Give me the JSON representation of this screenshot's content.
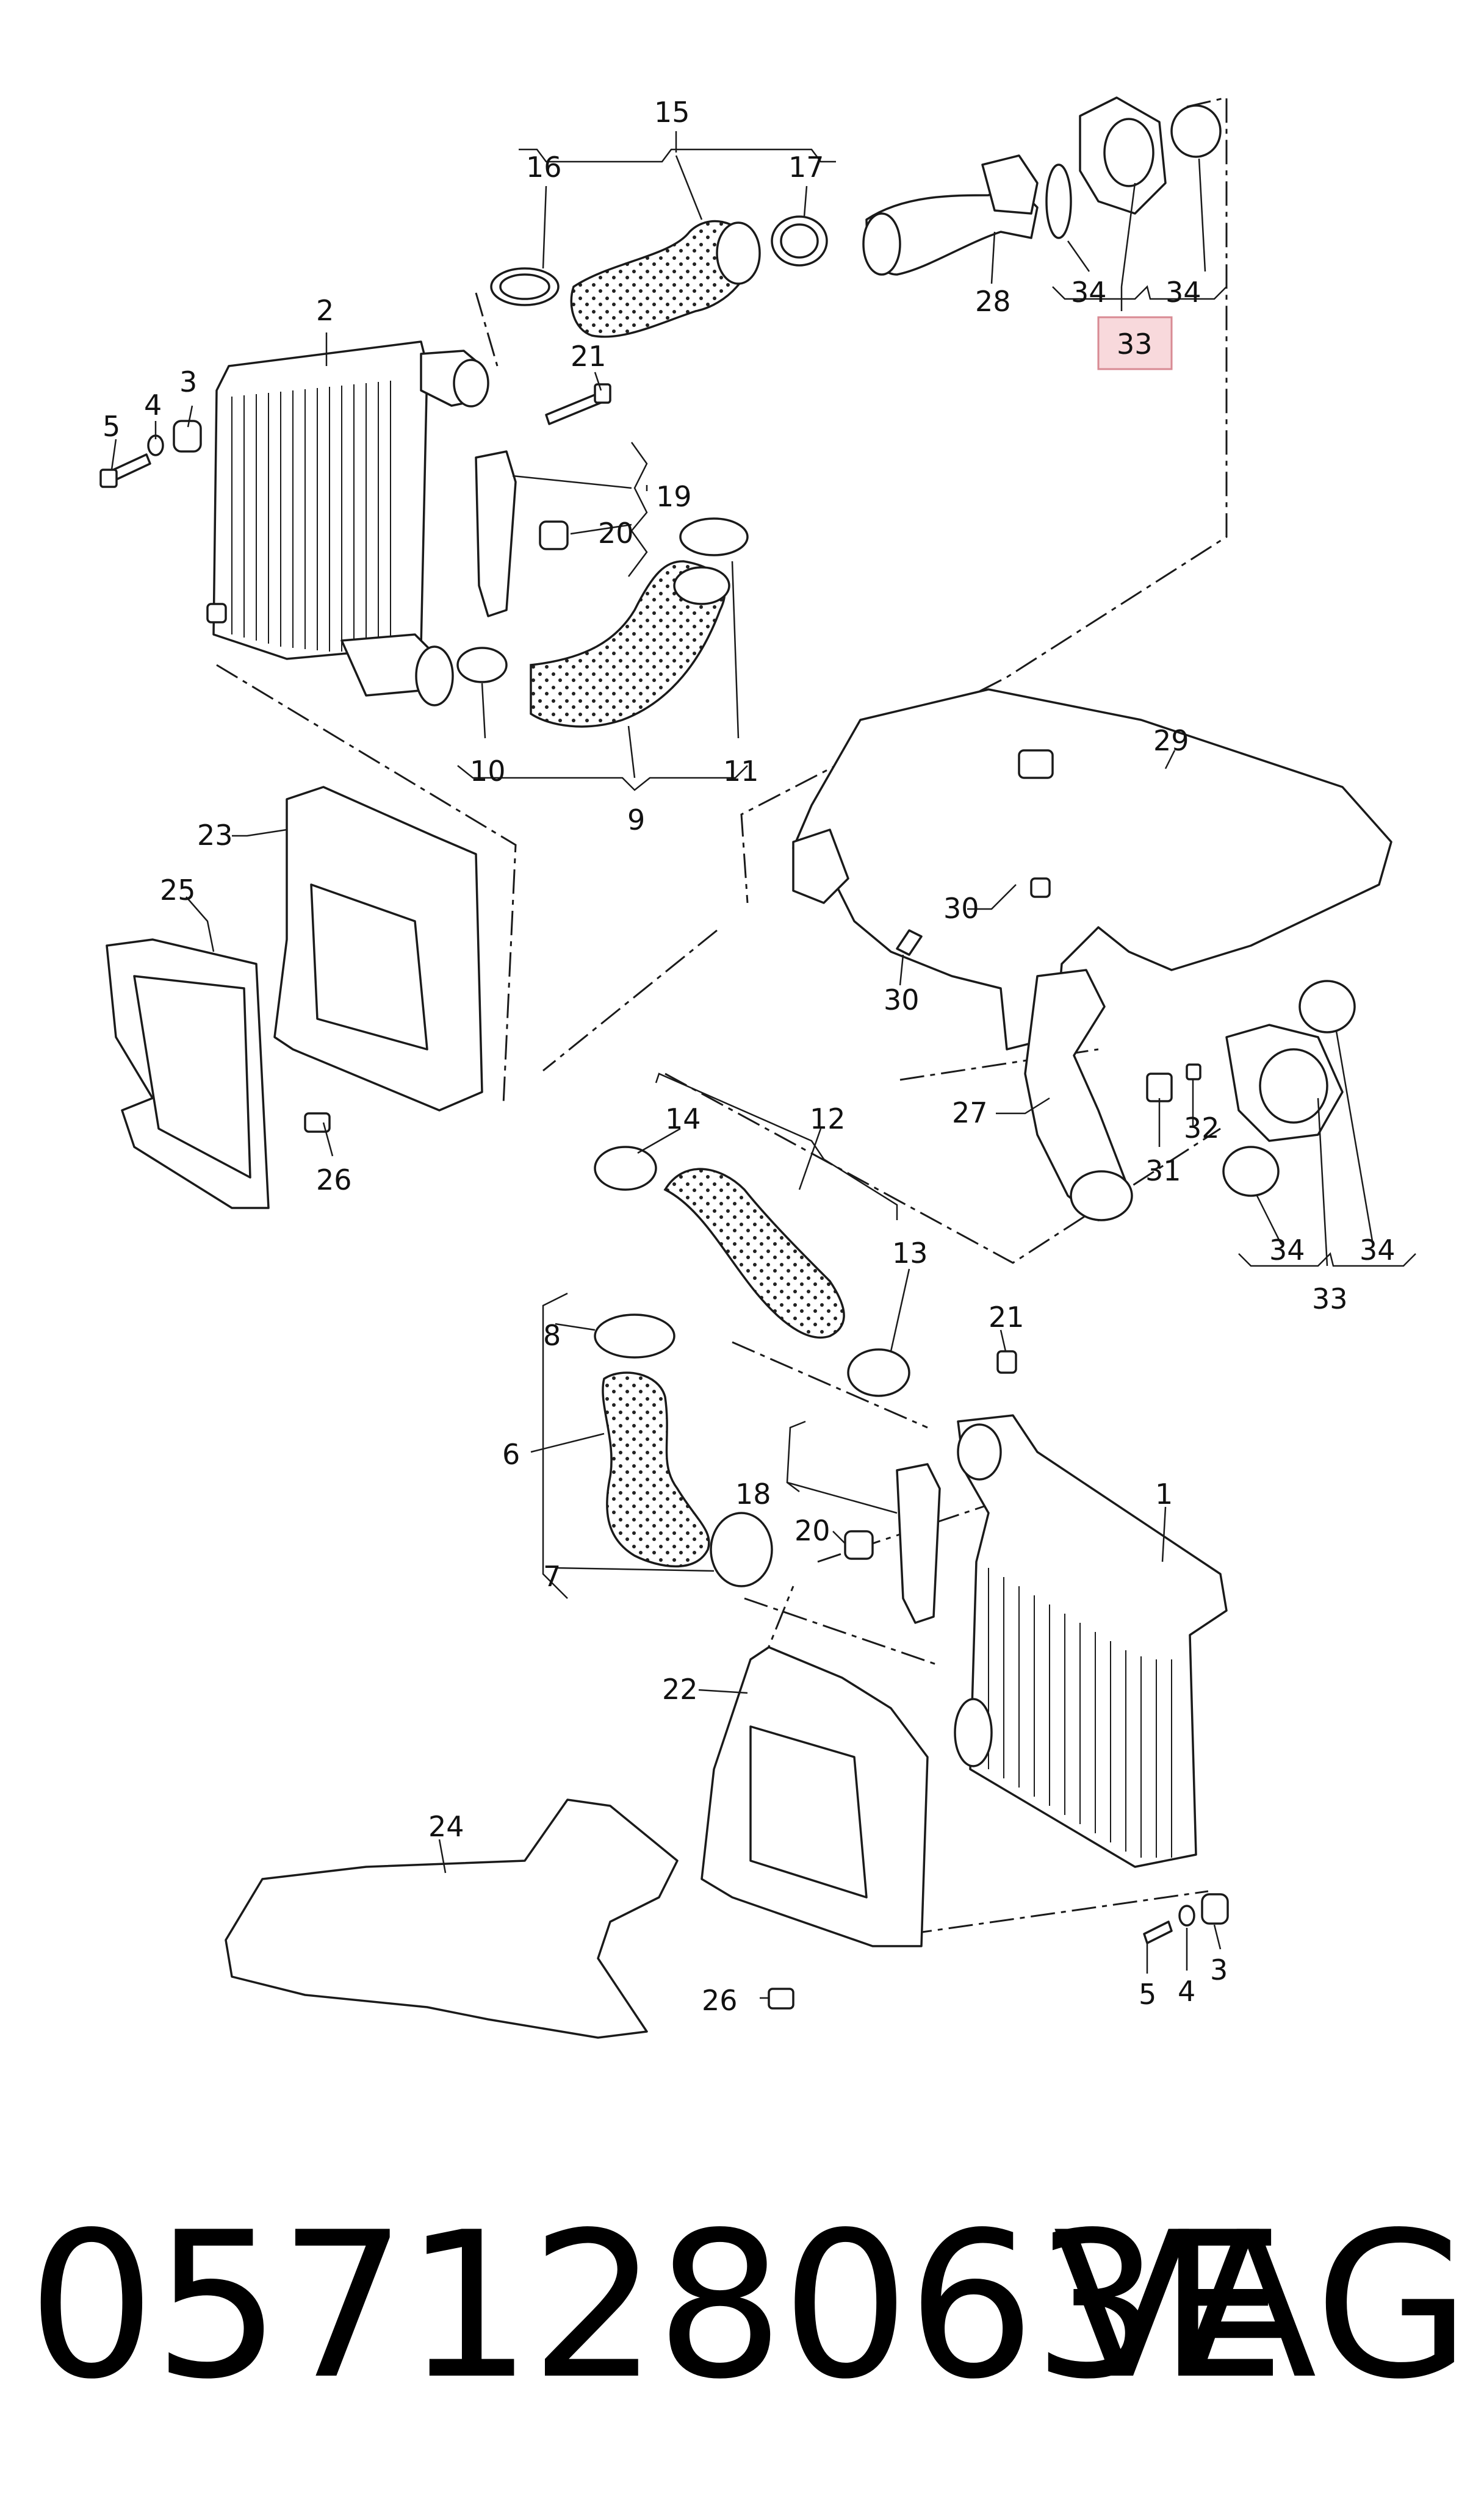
{
  "diagram": {
    "callouts": [
      "1",
      "2",
      "3",
      "4",
      "5",
      "6",
      "7",
      "8",
      "9",
      "10",
      "11",
      "12",
      "13",
      "14",
      "15",
      "16",
      "17",
      "18",
      "19",
      "20",
      "21",
      "22",
      "23",
      "24",
      "25",
      "26",
      "27",
      "28",
      "29",
      "30",
      "31",
      "32",
      "33",
      "34"
    ],
    "highlighted_callout": "33",
    "highlight_color": "#f8d9dc"
  },
  "footer": {
    "part_number": "057128063E",
    "brand": "VAG"
  }
}
